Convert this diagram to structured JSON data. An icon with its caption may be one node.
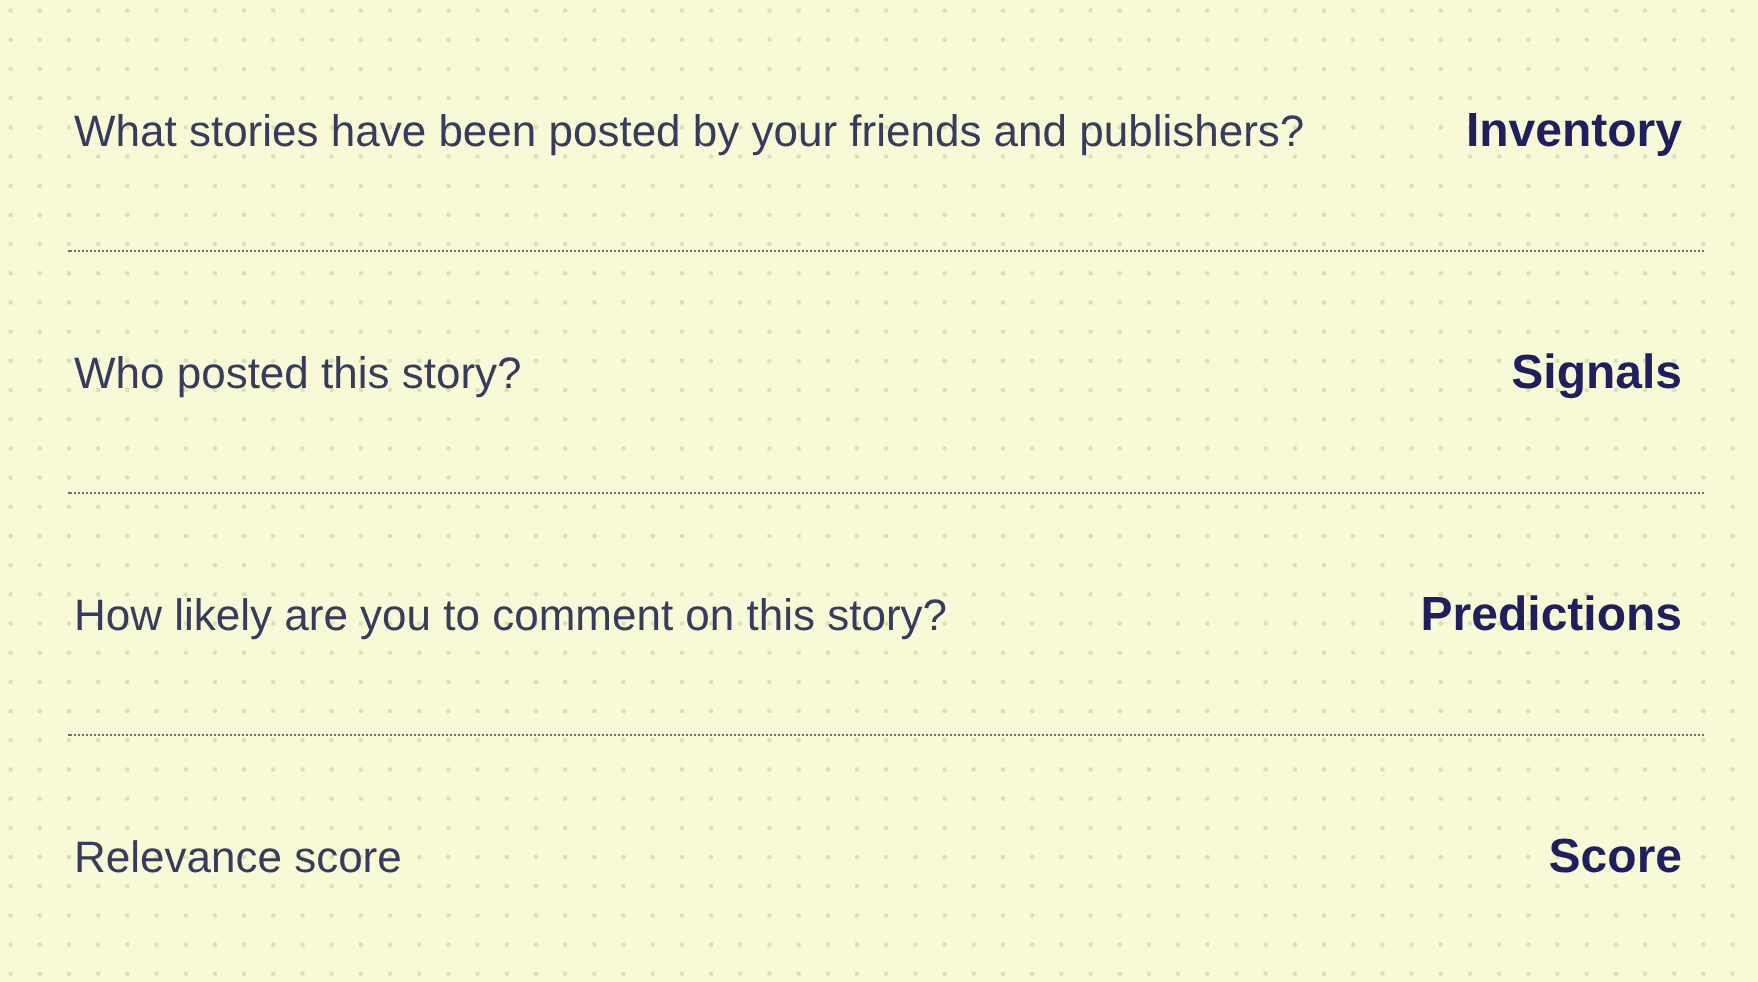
{
  "diagram": {
    "labels": [
      "What stories have been posted by your friends and publishers?",
      "Inventory",
      "Who posted this story?",
      "Signals",
      "How likely are you to comment on this story?",
      "Predictions",
      "Relevance score",
      "Score"
    ]
  }
}
